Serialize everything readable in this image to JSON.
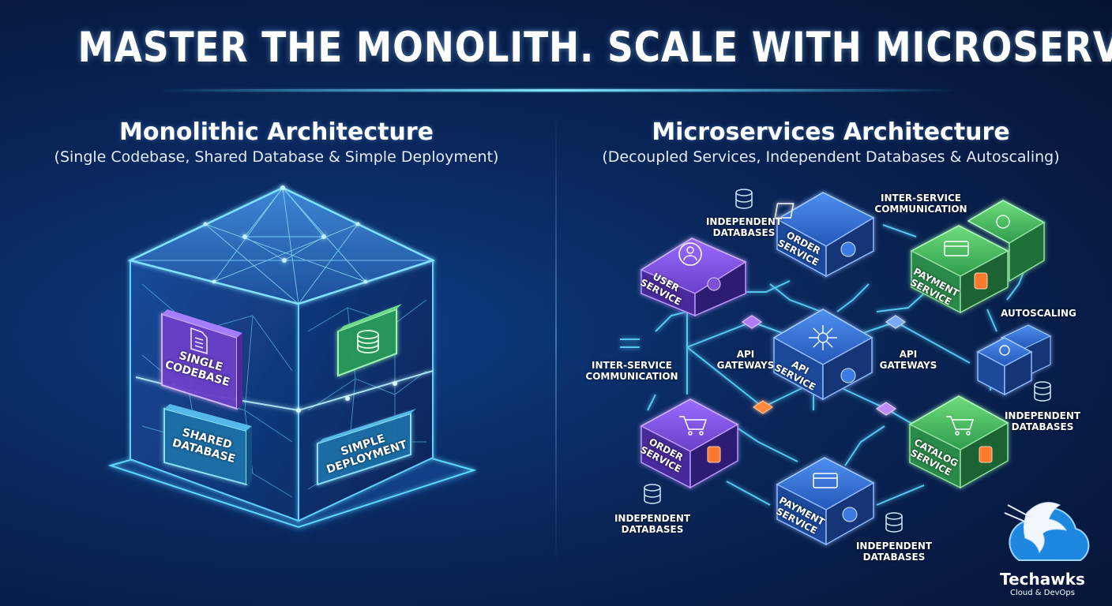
{
  "headline": "MASTER THE MONOLITH. SCALE WITH MICROSERVICES.",
  "monolith": {
    "title": "Monolithic Architecture",
    "subtitle": "(Single Codebase, Shared Database & Simple Deployment)",
    "panels": {
      "codebase": [
        "SINGLE",
        "CODEBASE"
      ],
      "shared_db": [
        "SHARED",
        "DATABASE"
      ],
      "deployment": [
        "SIMPLE",
        "DEPLOYMENT"
      ]
    }
  },
  "microservices": {
    "title": "Microservices Architecture",
    "subtitle": "(Decoupled Services, Independent Databases & Autoscaling)",
    "services": {
      "user": [
        "USER",
        "SERVICE"
      ],
      "order_top": [
        "ORDER",
        "SERVICE"
      ],
      "payment_top": [
        "PAYMENT",
        "SERVICE"
      ],
      "api": [
        "API",
        "SERVICE"
      ],
      "order_bottom": [
        "ORDER",
        "SERVICE"
      ],
      "payment_bottom": [
        "PAYMENT",
        "SERVICE"
      ],
      "catalog": [
        "CATALOG",
        "SERVICE"
      ]
    },
    "labels": {
      "independent_databases": [
        "INDEPENDENT",
        "DATABASES"
      ],
      "inter_service_communication": [
        "INTER-SERVICE",
        "COMMUNICATION"
      ],
      "api_gateways": [
        "API",
        "GATEWAYS"
      ],
      "autoscaling": "AUTOSCALING"
    }
  },
  "brand": {
    "name": "Techawks",
    "tagline": "Cloud & DevOps"
  },
  "colors": {
    "background": "#0a2a62",
    "glow_cyan": "#4fd6ff",
    "purple": "#7a4fd6",
    "green": "#3fae5a",
    "blue": "#2f6fd0",
    "orange": "#ff7a2e"
  }
}
